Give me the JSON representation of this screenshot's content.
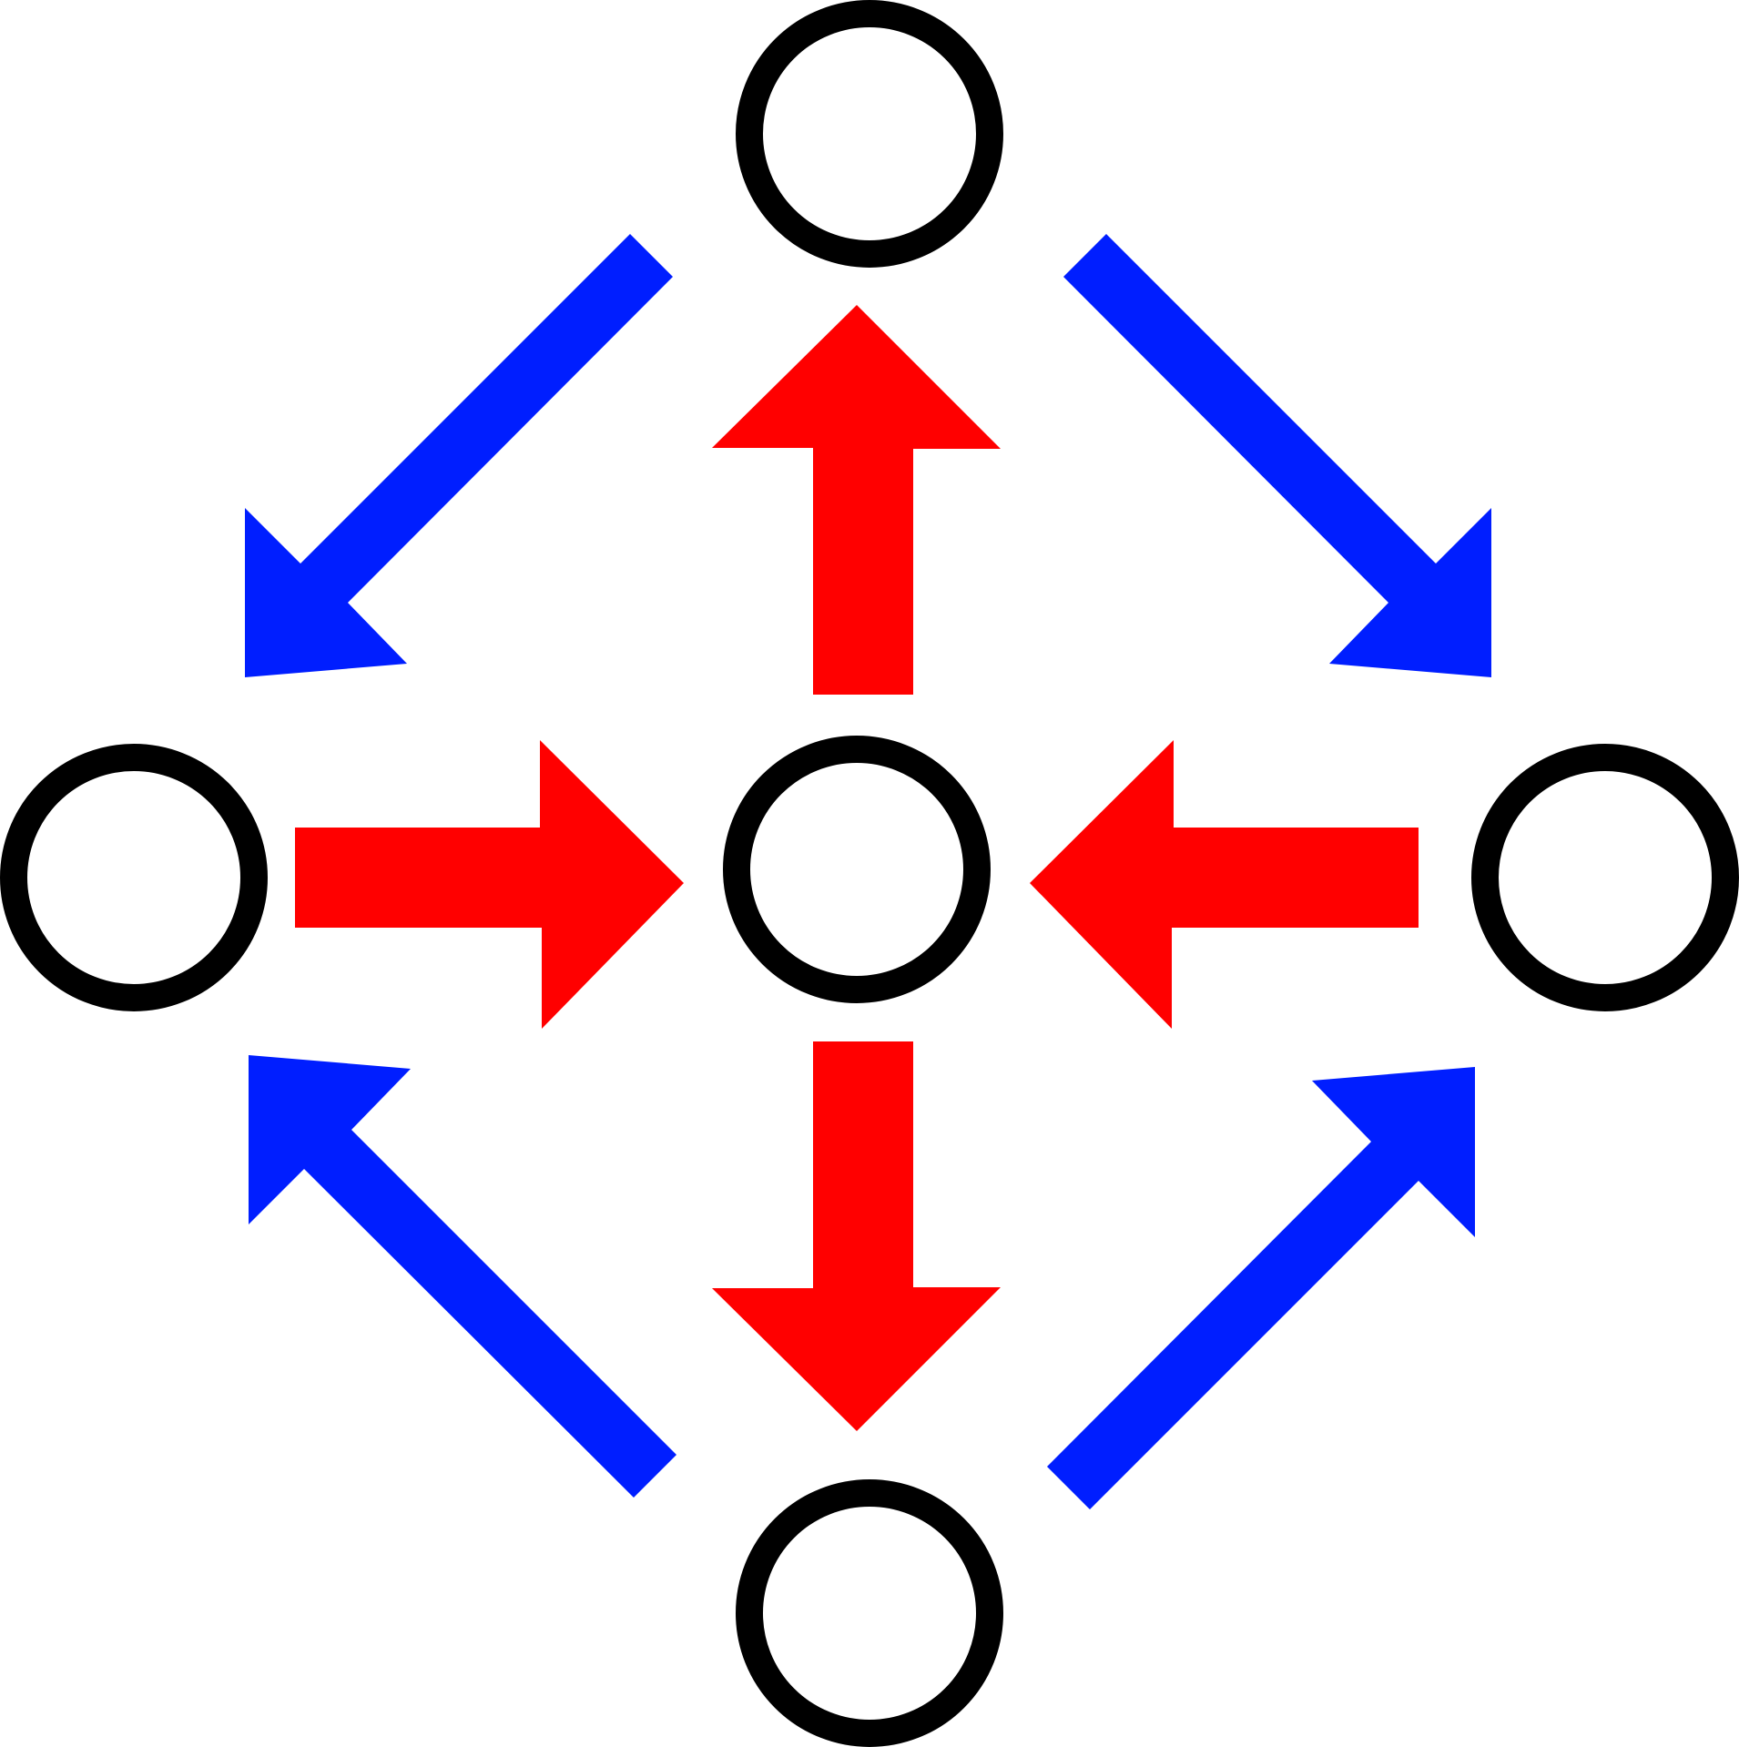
{
  "diagram": {
    "colors": {
      "background": "#ffffff",
      "node_stroke": "#000000",
      "inward_arrow": "#ff0000",
      "outer_arrow": "#001eff"
    },
    "nodes": [
      {
        "id": "center"
      },
      {
        "id": "top"
      },
      {
        "id": "bottom"
      },
      {
        "id": "left"
      },
      {
        "id": "right"
      }
    ],
    "red_arrows": [
      {
        "id": "center-to-top",
        "direction": "up"
      },
      {
        "id": "center-to-bottom",
        "direction": "down"
      },
      {
        "id": "left-to-center",
        "direction": "right"
      },
      {
        "id": "right-to-center",
        "direction": "left"
      }
    ],
    "blue_arrows": [
      {
        "id": "top-to-left",
        "direction": "down-left"
      },
      {
        "id": "top-to-right",
        "direction": "down-right"
      },
      {
        "id": "bottom-to-left",
        "direction": "up-left"
      },
      {
        "id": "bottom-to-right",
        "direction": "up-right"
      }
    ]
  }
}
